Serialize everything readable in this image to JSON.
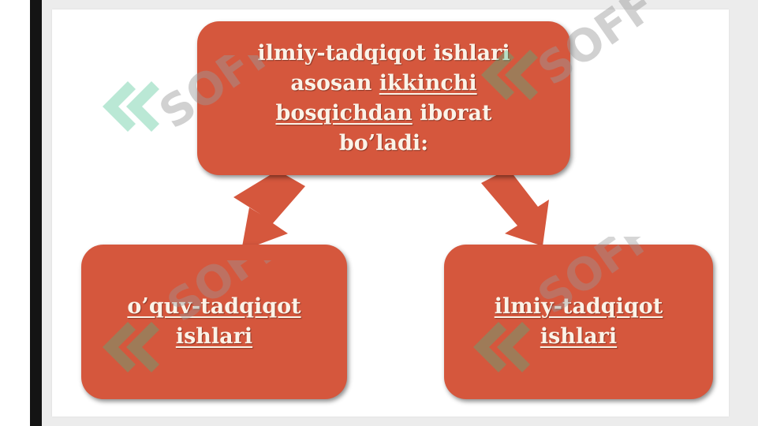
{
  "diagram": {
    "top_box": {
      "line1": "ilmiy-tadqiqot ishlari",
      "line2_a": "asosan ",
      "line2_b": "ikkinchi",
      "line3_a": "bosqichdan",
      "line3_b": " iborat",
      "line4": "bo’ladi:"
    },
    "left_box": {
      "line1": "o’quv-tadqiqot",
      "line2": "ishlari"
    },
    "right_box": {
      "line1": "ilmiy-tadqiqot",
      "line2": "ishlari"
    }
  },
  "watermark": {
    "text": "SOFF",
    "icon": "soff-logo-icon"
  },
  "colors": {
    "box_fill": "#d5573d",
    "box_text": "#fbf3e8",
    "watermark_green": "#3bbf8a"
  }
}
